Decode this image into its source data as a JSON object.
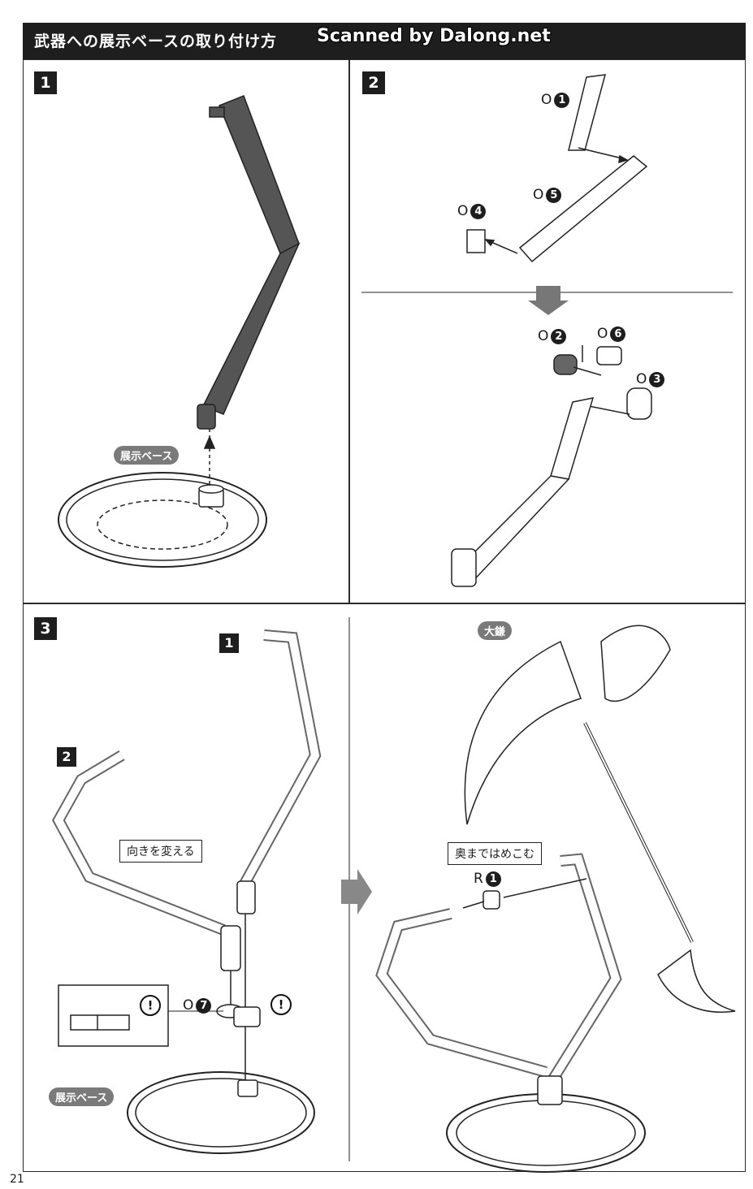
{
  "header": {
    "title": "武器への展示ベースの取り付け方",
    "watermark": "Scanned by Dalong.net"
  },
  "steps": [
    {
      "num": "1",
      "tags": [
        "展示ベース"
      ]
    },
    {
      "num": "2",
      "parts": [
        {
          "letter": "O",
          "number": "1"
        },
        {
          "letter": "O",
          "number": "5"
        },
        {
          "letter": "O",
          "number": "4"
        },
        {
          "letter": "O",
          "number": "2"
        },
        {
          "letter": "O",
          "number": "6"
        },
        {
          "letter": "O",
          "number": "3"
        }
      ]
    },
    {
      "num": "3",
      "sub_labels": [
        "1",
        "2"
      ],
      "callout": "向きを変える",
      "part": {
        "letter": "O",
        "number": "7"
      },
      "warning": "!",
      "base_tag": "展示ベース"
    },
    {
      "weapon_tag": "大鎌",
      "callout": "奥まではめこむ",
      "part": {
        "letter": "R",
        "number": "1"
      }
    }
  ],
  "page_number": "21"
}
